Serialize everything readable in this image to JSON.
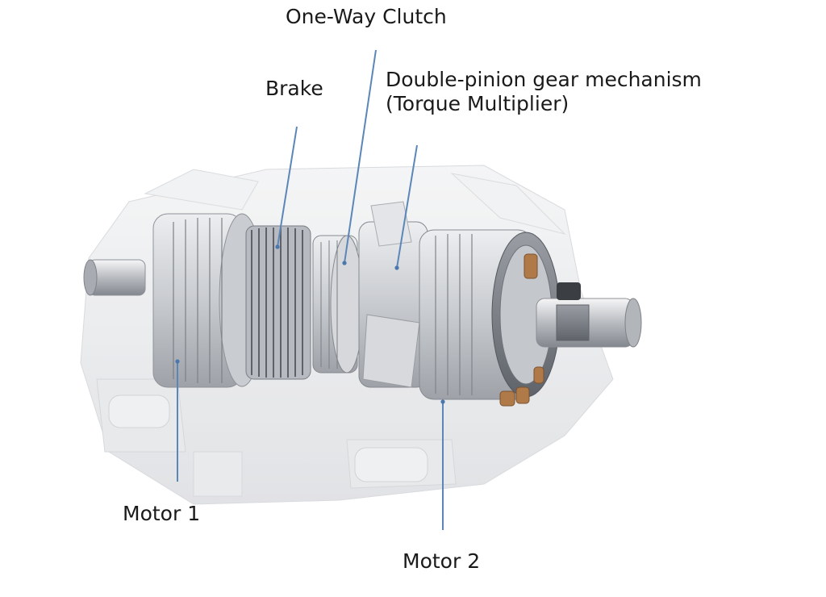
{
  "labels": {
    "one_way_clutch": "One-Way Clutch",
    "brake": "Brake",
    "double_pinion_line1": "Double-pinion gear mechanism",
    "double_pinion_line2": "(Torque Multiplier)",
    "motor1": "Motor 1",
    "motor2": "Motor 2"
  },
  "colors": {
    "leader_line": "#5b86b8",
    "label_text": "#1a1a1a",
    "housing": "#e9eaec",
    "metal": "#b9bcc1",
    "copper": "#b07a48"
  }
}
